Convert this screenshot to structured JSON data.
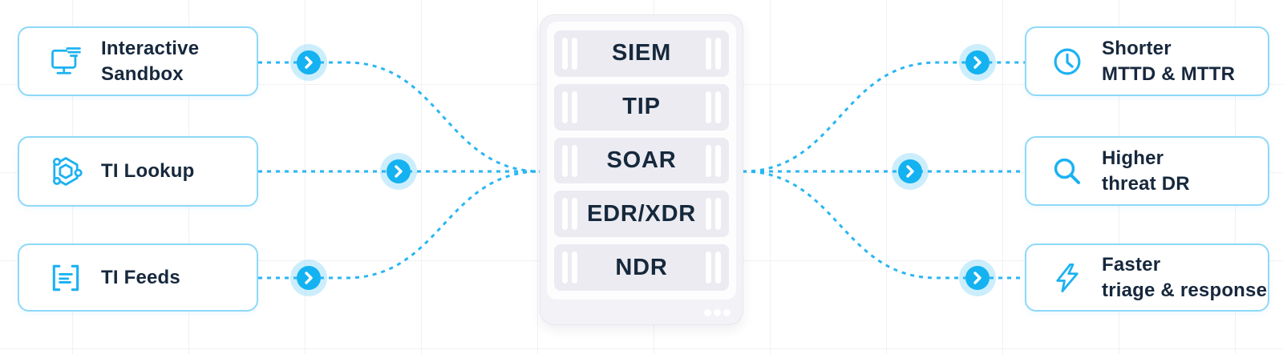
{
  "diagram_title": "Threat intelligence integrations and outcomes diagram",
  "colors": {
    "accent_blue": "#1cb2f2",
    "connector_blue": "#29b6f3",
    "card_border_blue": "#8ed9f8",
    "text_navy": "#17283d",
    "panel_bg": "#f2f2f7",
    "row_bg": "#ebebf1"
  },
  "left_cards": [
    {
      "icon": "monitor-icon",
      "label": "Interactive\nSandbox"
    },
    {
      "icon": "hexagon-network-icon",
      "label": "TI Lookup"
    },
    {
      "icon": "brackets-feed-icon",
      "label": "TI Feeds"
    }
  ],
  "center_panel": {
    "rows": [
      "SIEM",
      "TIP",
      "SOAR",
      "EDR/XDR",
      "NDR"
    ]
  },
  "right_cards": [
    {
      "icon": "clock-icon",
      "label": "Shorter\nMTTD & MTTR"
    },
    {
      "icon": "search-icon",
      "label": "Higher\nthreat DR"
    },
    {
      "icon": "lightning-icon",
      "label": "Faster\ntriage & response"
    }
  ]
}
